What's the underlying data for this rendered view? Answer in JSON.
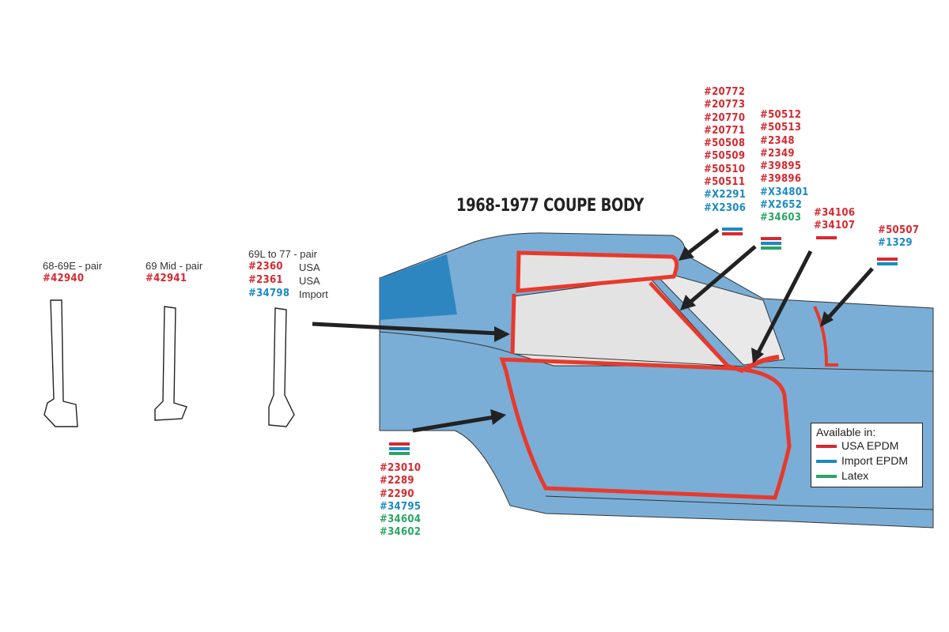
{
  "title": "1968-1977 COUPE BODY",
  "colors": {
    "usa_epdm": "#d7282f",
    "import_epdm": "#1b8ac4",
    "latex": "#2aa565",
    "car_body": "#7aaed6"
  },
  "pillars": [
    {
      "caption": "68-69E - pair",
      "parts": [
        {
          "num": "#42940",
          "type": "usa"
        }
      ]
    },
    {
      "caption": "69 Mid - pair",
      "parts": [
        {
          "num": "#42941",
          "type": "usa"
        }
      ]
    },
    {
      "caption": "69L to 77 - pair",
      "parts": [
        {
          "num": "#2360",
          "type": "usa",
          "note": "USA"
        },
        {
          "num": "#2361",
          "type": "usa",
          "note": "USA"
        },
        {
          "num": "#34798",
          "type": "import",
          "note": "Import"
        }
      ]
    }
  ],
  "groups": {
    "roof": [
      "#20772",
      "#20773",
      "#20770",
      "#20771",
      "#50508",
      "#50509",
      "#50510",
      "#50511",
      "#X2291",
      "#X2306"
    ],
    "windshield": [
      "#50512",
      "#50513",
      "#2348",
      "#2349",
      "#39895",
      "#39896",
      "#X34801",
      "#X2652",
      "#34603"
    ],
    "tbar": [
      "#34106",
      "#34107"
    ],
    "rear": [
      "#50507",
      "#1329"
    ],
    "door": [
      "#23010",
      "#2289",
      "#2290",
      "#34795",
      "#34604",
      "#34602"
    ]
  },
  "legend": {
    "title": "Available in:",
    "items": [
      "USA EPDM",
      "Import EPDM",
      "Latex"
    ]
  }
}
